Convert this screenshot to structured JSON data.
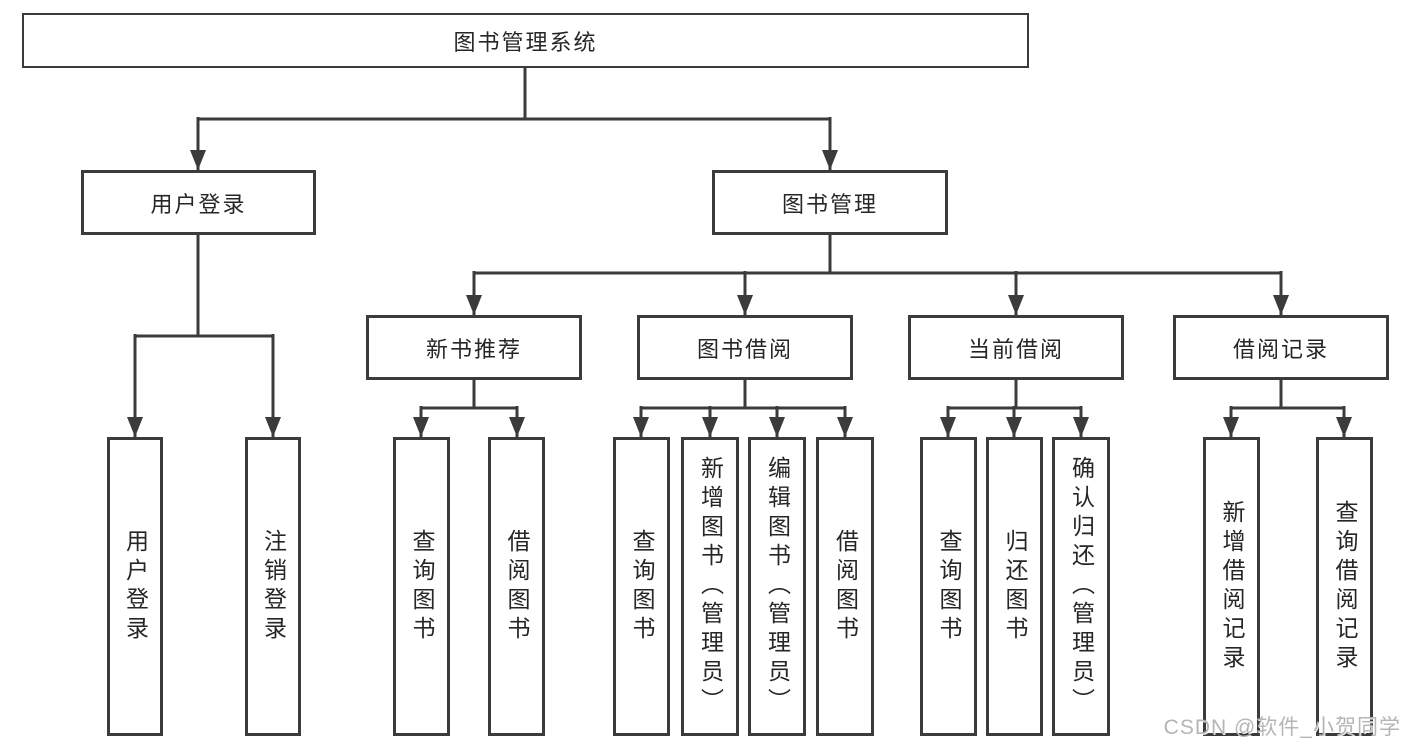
{
  "nodes": {
    "root": "图书管理系统",
    "user_login": "用户登录",
    "book_mgmt": "图书管理",
    "new_book_rec": "新书推荐",
    "book_borrow": "图书借阅",
    "current_borrow": "当前借阅",
    "borrow_records": "借阅记录",
    "leaf_user_login": "用户登录",
    "leaf_logout": "注销登录",
    "leaf_nb_query": "查询图书",
    "leaf_nb_borrow": "借阅图书",
    "leaf_bb_query": "查询图书",
    "leaf_bb_add": "新增图书（管理员）",
    "leaf_bb_edit": "编辑图书（管理员）",
    "leaf_bb_borrow": "借阅图书",
    "leaf_cb_query": "查询图书",
    "leaf_cb_return": "归还图书",
    "leaf_cb_confirm": "确认归还（管理员）",
    "leaf_br_add": "新增借阅记录",
    "leaf_br_query": "查询借阅记录"
  },
  "watermark": "CSDN @软件_小贺同学",
  "colors": {
    "line": "#3b3b3b",
    "box_border": "#3b3b3b",
    "text": "#262626",
    "watermark": "#b5b5b5",
    "background": "#ffffff"
  }
}
